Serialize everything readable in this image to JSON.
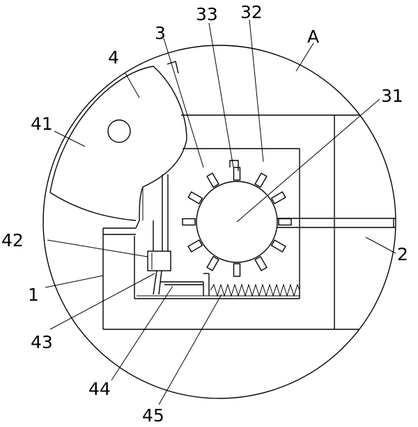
{
  "labels": {
    "A": "A",
    "l33": "33",
    "l32": "32",
    "l3": "3",
    "l4": "4",
    "l31": "31",
    "l41": "41",
    "l42": "42",
    "l2": "2",
    "l1": "1",
    "l43": "43",
    "l44": "44",
    "l45": "45"
  },
  "gear_tooth_count": 12
}
